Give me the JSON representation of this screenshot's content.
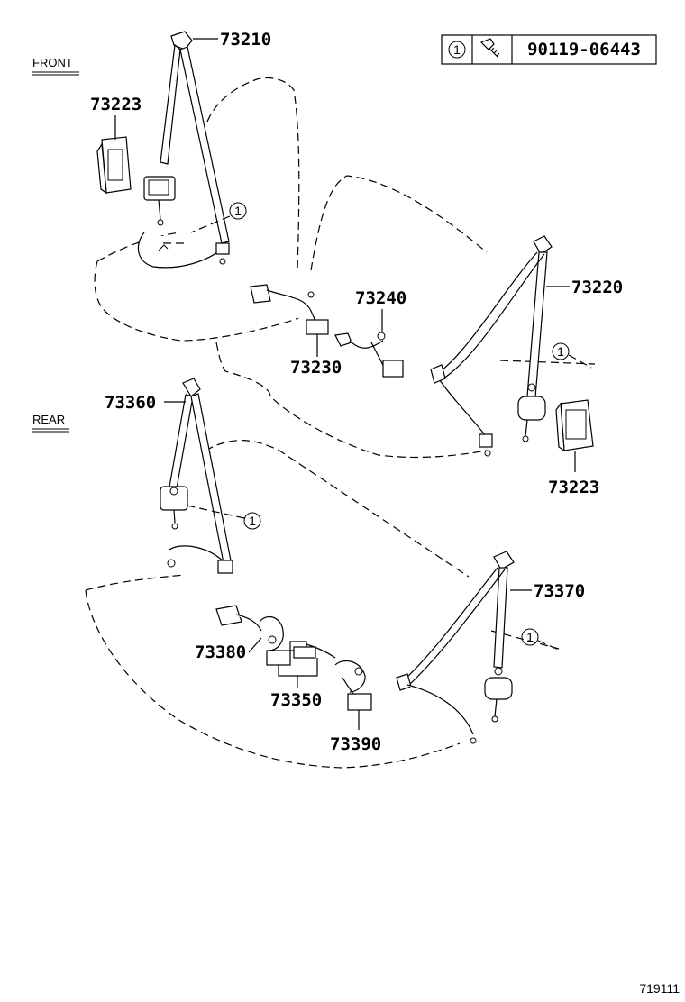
{
  "sections": {
    "front": "FRONT",
    "rear": "REAR"
  },
  "legend": {
    "ref": "1",
    "part_number": "90119-06443"
  },
  "parts": {
    "p73210": "73210",
    "p73223a": "73223",
    "p73220": "73220",
    "p73240": "73240",
    "p73230": "73230",
    "p73223b": "73223",
    "p73360": "73360",
    "p73370": "73370",
    "p73380": "73380",
    "p73350": "73350",
    "p73390": "73390"
  },
  "callouts": [
    "1",
    "1",
    "1",
    "1"
  ],
  "catalog_number": "719111"
}
